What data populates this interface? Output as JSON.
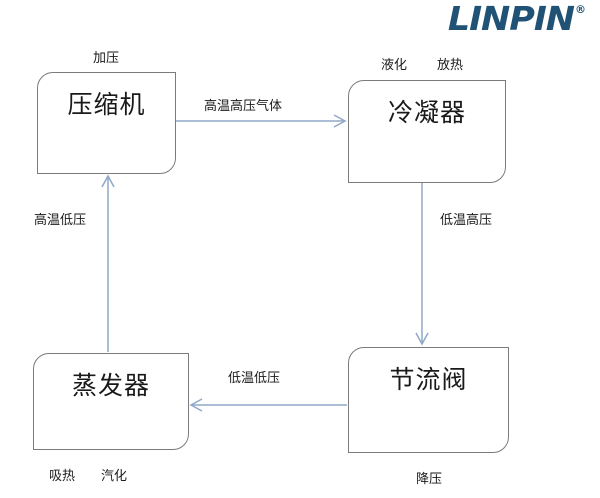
{
  "logo": {
    "wordmark": "LINPIN",
    "registered_mark": "®",
    "color": "#1f5274"
  },
  "diagram": {
    "title_text": "",
    "box_border_color": "#7b7b7b",
    "arrow_color": "#8fa8c8",
    "nodes": [
      {
        "id": "compressor",
        "label": "压缩机",
        "caption_top": "加压",
        "caption_bottom": ""
      },
      {
        "id": "condenser",
        "label": "冷凝器",
        "caption_top_a": "液化",
        "caption_top_b": "放热"
      },
      {
        "id": "evaporator",
        "label": "蒸发器",
        "caption_bottom_a": "吸热",
        "caption_bottom_b": "汽化"
      },
      {
        "id": "throttle",
        "label": "节流阀",
        "caption_bottom": "降压"
      }
    ],
    "edges": [
      {
        "id": "compressor-to-condenser",
        "label": "高温高压气体",
        "direction": "right"
      },
      {
        "id": "condenser-to-throttle",
        "label": "低温高压",
        "direction": "down"
      },
      {
        "id": "throttle-to-evaporator",
        "label": "低温低压",
        "direction": "left"
      },
      {
        "id": "evaporator-to-compressor",
        "label": "高温低压",
        "direction": "up"
      }
    ]
  }
}
